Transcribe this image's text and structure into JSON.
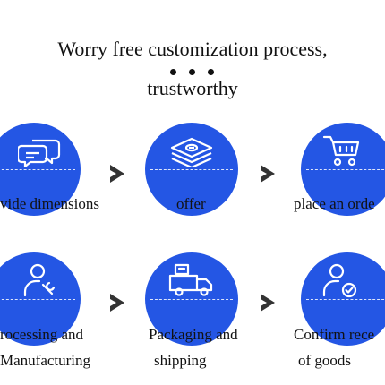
{
  "title": {
    "line1": "Worry free customization process,",
    "line2": "trustworthy"
  },
  "theme": {
    "accent": "#2456e4",
    "arrow": "#333333"
  },
  "steps": [
    {
      "icon": "chat-bubbles-icon",
      "label1": "vide dimensions",
      "label2": ""
    },
    {
      "icon": "money-stack-icon",
      "label1": "offer",
      "label2": ""
    },
    {
      "icon": "shopping-cart-icon",
      "label1": "place an orde",
      "label2": ""
    },
    {
      "icon": "worker-wrench-icon",
      "label1": "rocessing and",
      "label2": "Manufacturing"
    },
    {
      "icon": "delivery-truck-icon",
      "label1": "Packaging and",
      "label2": "shipping"
    },
    {
      "icon": "user-check-icon",
      "label1": "Confirm rece",
      "label2": "of goods"
    }
  ]
}
